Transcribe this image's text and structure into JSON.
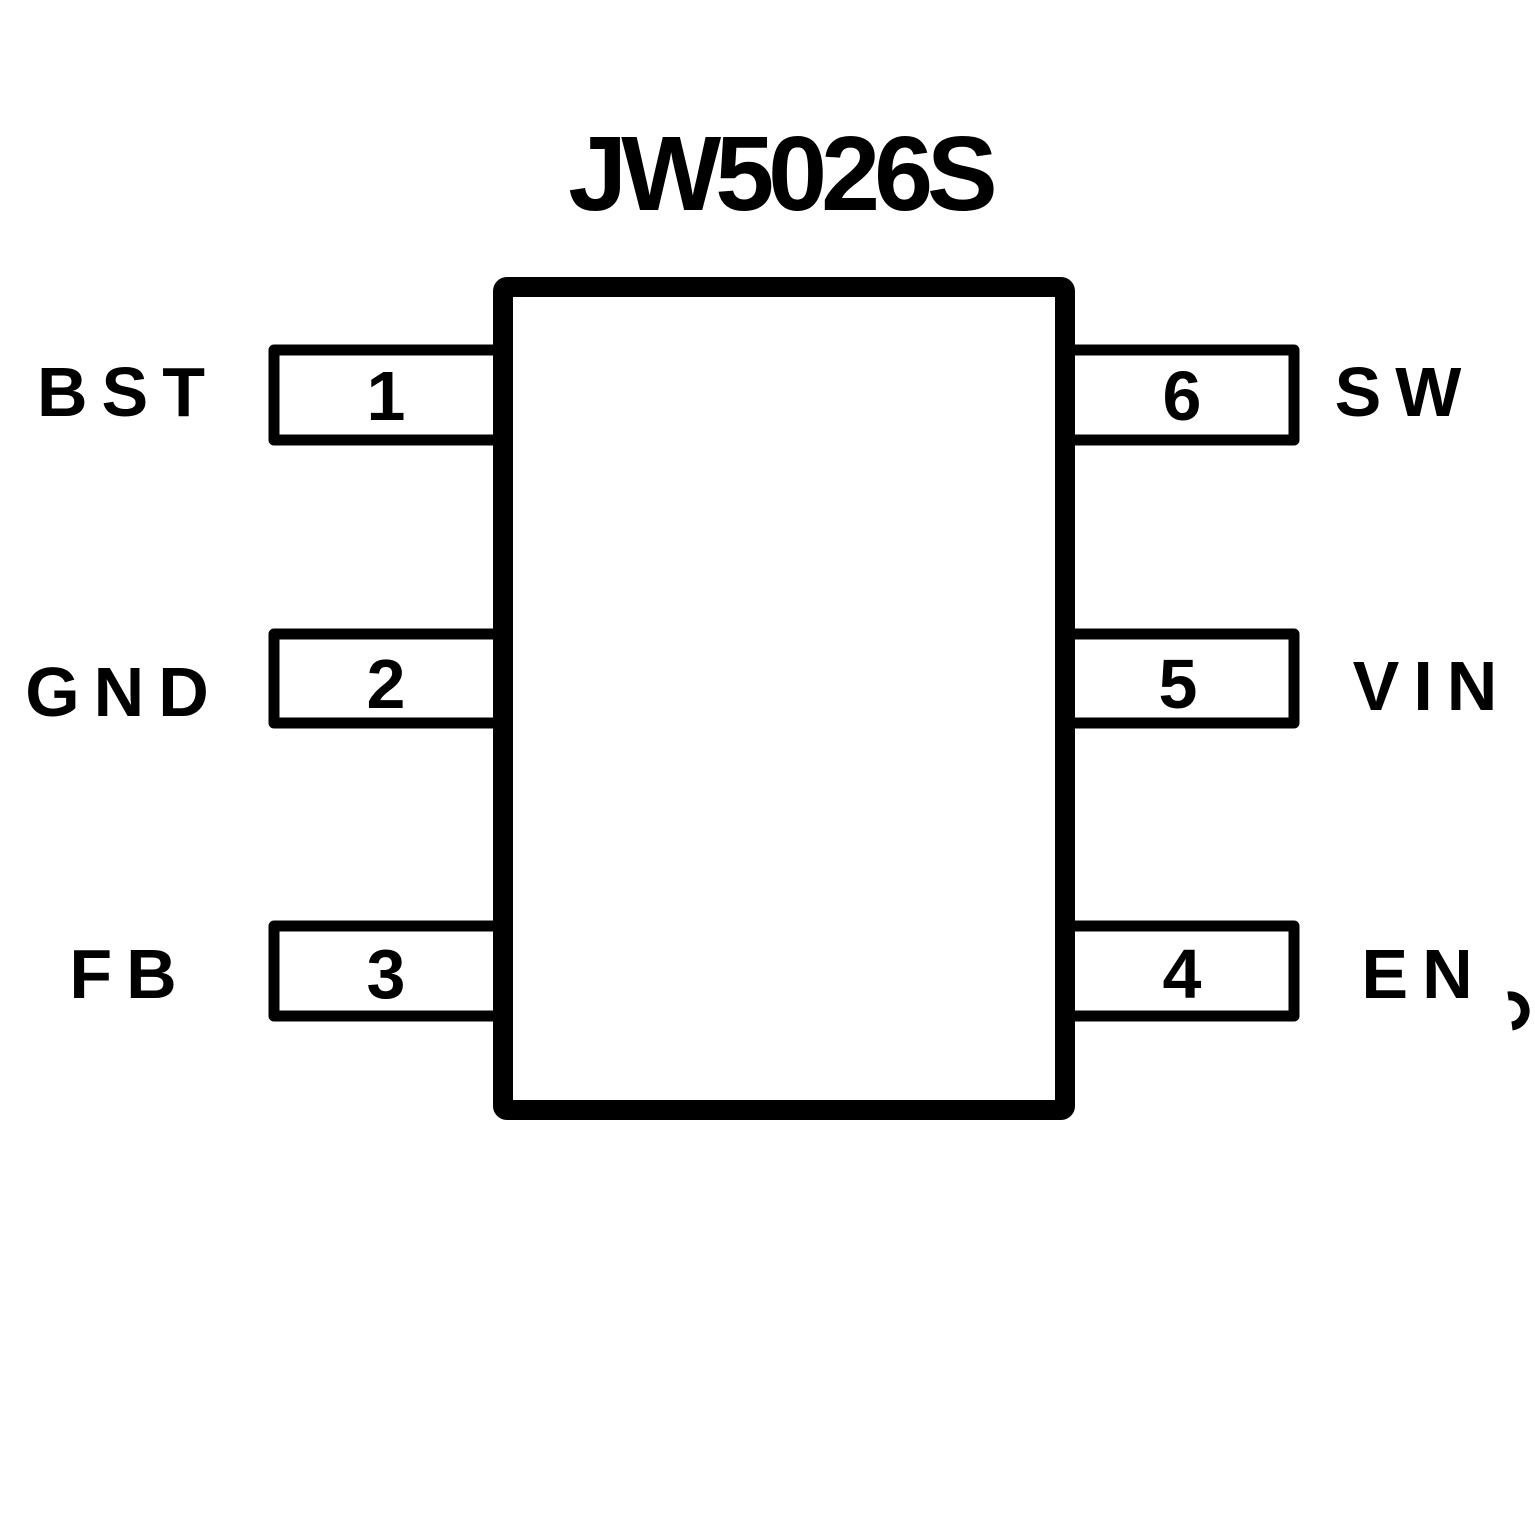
{
  "title": "JW5026S",
  "colors": {
    "stroke": "#000000",
    "background": "#ffffff"
  },
  "pins": {
    "left": [
      {
        "number": "1",
        "name": "BST"
      },
      {
        "number": "2",
        "name": "GND"
      },
      {
        "number": "3",
        "name": "FB"
      }
    ],
    "right": [
      {
        "number": "6",
        "name": "SW"
      },
      {
        "number": "5",
        "name": "VIN"
      },
      {
        "number": "4",
        "name": "EN"
      }
    ]
  }
}
